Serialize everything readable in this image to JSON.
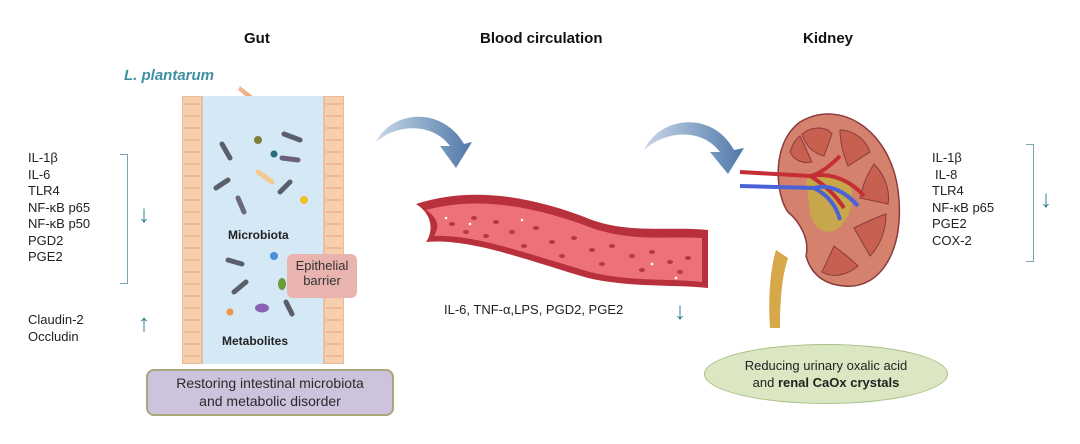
{
  "sections": {
    "gut": "Gut",
    "blood": "Blood circulation",
    "kidney": "Kidney"
  },
  "probiotic": "L. plantarum",
  "gut": {
    "down_markers": [
      "IL-1β",
      "IL-6",
      "TLR4",
      "NF-κB p65",
      "NF-κB p50",
      "PGD2",
      "PGE2"
    ],
    "up_markers": [
      "Claudin-2",
      "Occludin"
    ],
    "microbiota_label": "Microbiota",
    "metabolites_label": "Metabolites",
    "barrier_label_1": "Epithelial",
    "barrier_label_2": "barrier",
    "outcome_line1": "Restoring intestinal microbiota",
    "outcome_line2": "and metabolic disorder"
  },
  "blood": {
    "markers": "IL-6, TNF-α,LPS, PGD2, PGE2"
  },
  "kidney": {
    "down_markers": [
      "IL-1β",
      "IL-8",
      "TLR4",
      "NF-κB p65",
      "PGE2",
      "COX-2"
    ],
    "outcome_line1": "Reducing urinary oxalic acid",
    "outcome_line2_prefix": "and ",
    "outcome_line2_bold": "renal CaOx crystals"
  },
  "arrows": {
    "down": "↓",
    "up": "↑"
  },
  "colors": {
    "teal_arrow": "#2a8597",
    "probiotic_text": "#3f8fa3",
    "flow_arrow": "#4f78a8",
    "orange_arrow": "#e8732a",
    "vessel_red": "#d9505a",
    "lilac_box": "#cdc3dd",
    "pink_box": "#e9b3b0",
    "green_ellipse": "#dbe6c2"
  }
}
